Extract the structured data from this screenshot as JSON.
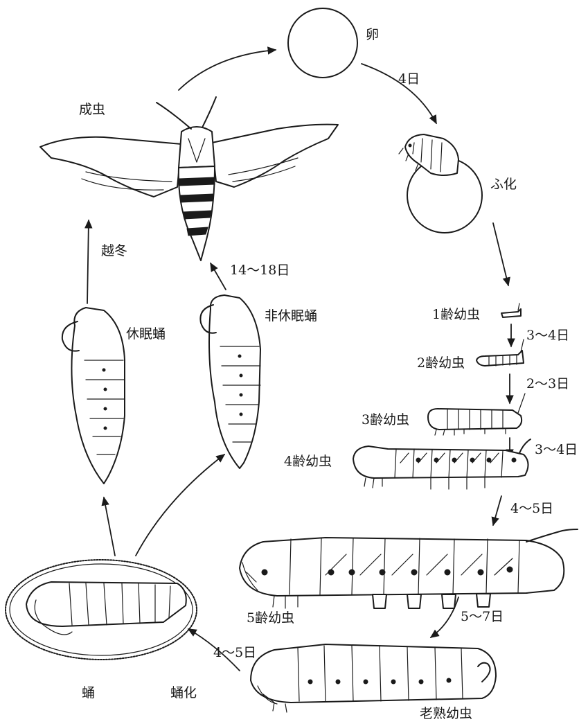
{
  "labels": {
    "egg": "卵",
    "egg_days": "4日",
    "hatching": "ふ化",
    "instar1": "1齢幼虫",
    "instar1_days": "3～4日",
    "instar2": "2齢幼虫",
    "instar2_days": "2～3日",
    "instar3": "3齢幼虫",
    "instar3_days": "3～4日",
    "instar4": "4齢幼虫",
    "instar4_days": "4～5日",
    "instar5": "5齢幼虫",
    "instar5_days": "5～7日",
    "mature_larva": "老熟幼虫",
    "pupation": "蛹化",
    "pupation_days": "4～5日",
    "pupa": "蛹",
    "diapause_pupa": "休眠蛹",
    "nondiapause_pupa": "非休眠蛹",
    "overwinter": "越冬",
    "nondiapause_days": "14～18日",
    "adult": "成虫"
  }
}
